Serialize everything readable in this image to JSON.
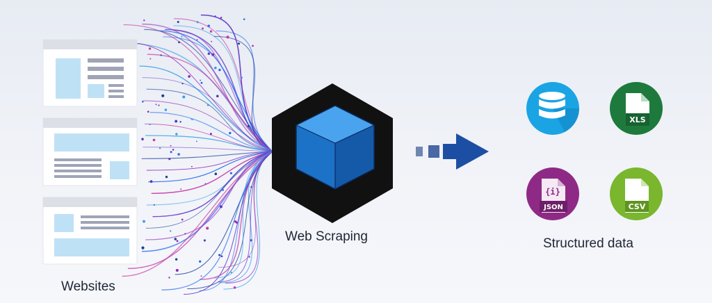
{
  "labels": {
    "websites": "Websites",
    "web_scraping": "Web Scraping",
    "structured_data": "Structured data"
  },
  "formats": {
    "database": {
      "icon": "database-icon",
      "color": "#1ba4e4"
    },
    "xls": {
      "icon": "xls-file-icon",
      "label": "XLS",
      "color": "#1d7a3c"
    },
    "json": {
      "icon": "json-file-icon",
      "label": "JSON",
      "code": "{i}",
      "color": "#8e2a86"
    },
    "csv": {
      "icon": "csv-file-icon",
      "label": "CSV",
      "color": "#7ab62e"
    }
  },
  "colors": {
    "page_panel": "#ffffff",
    "page_header": "#dcdfe6",
    "block_light": "#bfe1f6",
    "text_lines": "#9fa4b6",
    "hexagon": "#111111",
    "cube_front": "#1c72c6",
    "arrow": "#1c4fa3",
    "lines": [
      "#8f2bbd",
      "#2a6ef0",
      "#c43aa6",
      "#3aa0e6",
      "#5b34c8",
      "#1d3f99"
    ]
  }
}
